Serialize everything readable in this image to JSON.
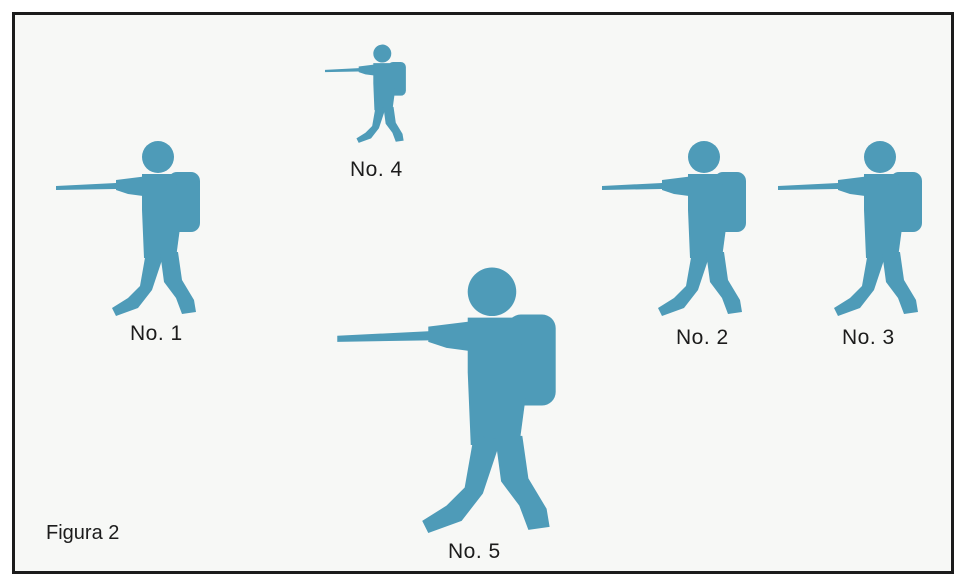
{
  "figure_caption": "Figura 2",
  "figure_color": "#4e9bb8",
  "soldiers": [
    {
      "id": "no-1",
      "label": "No. 1"
    },
    {
      "id": "no-2",
      "label": "No. 2"
    },
    {
      "id": "no-3",
      "label": "No. 3"
    },
    {
      "id": "no-4",
      "label": "No. 4"
    },
    {
      "id": "no-5",
      "label": "No. 5"
    }
  ]
}
